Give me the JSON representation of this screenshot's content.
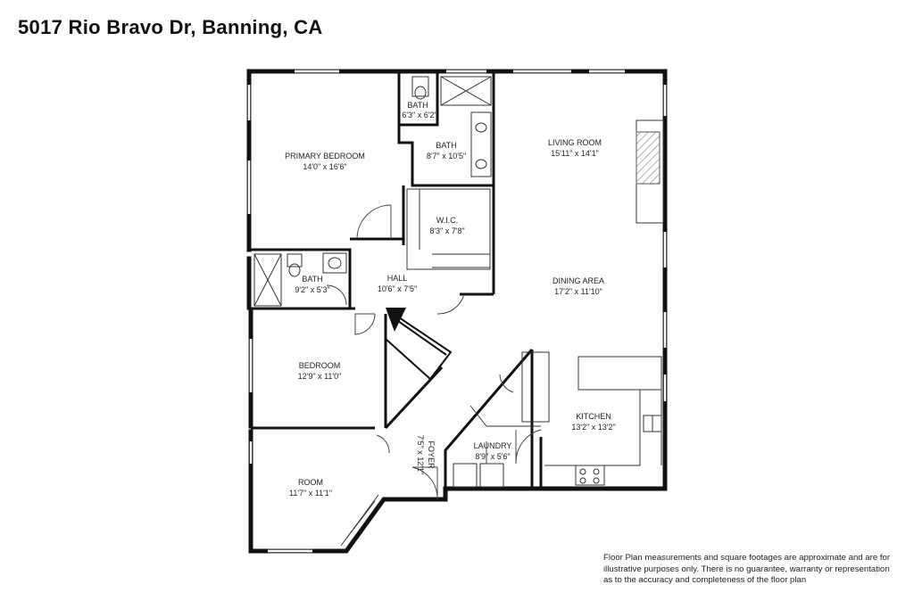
{
  "title": "5017 Rio Bravo Dr, Banning, CA",
  "rooms": {
    "primary_bedroom": {
      "name": "PRIMARY BEDROOM",
      "dims": "14'0\" x 16'6\""
    },
    "bath_small": {
      "name": "BATH",
      "dims": "6'3\" x 6'2\""
    },
    "bath_primary": {
      "name": "BATH",
      "dims": "8'7\" x 10'5\""
    },
    "living_room": {
      "name": "LIVING ROOM",
      "dims": "15'11\" x 14'1\""
    },
    "wic": {
      "name": "W.I.C.",
      "dims": "8'3\" x 7'8\""
    },
    "bath_hall": {
      "name": "BATH",
      "dims": "9'2\" x 5'3\""
    },
    "hall": {
      "name": "HALL",
      "dims": "10'6\" x 7'5\""
    },
    "dining_area": {
      "name": "DINING AREA",
      "dims": "17'2\" x 11'10\""
    },
    "bedroom": {
      "name": "BEDROOM",
      "dims": "12'9\" x 11'0\""
    },
    "kitchen": {
      "name": "KITCHEN",
      "dims": "13'2\" x 13'2\""
    },
    "laundry": {
      "name": "LAUNDRY",
      "dims": "8'9\" x 5'6\""
    },
    "foyer": {
      "name": "FOYER",
      "dims": "7'5\" x 12'1\""
    },
    "room": {
      "name": "ROOM",
      "dims": "11'7\" x 11'1\""
    }
  },
  "disclaimer": {
    "line1": "Floor Plan measurements and square footages are approximate and are for",
    "line2": "illustrative purposes only. There is no guarantee, warranty or representation",
    "line3": "as to the accuracy and completeness of the floor plan"
  },
  "colors": {
    "wall": "#111111",
    "line": "#555555",
    "fireplace_hatch": "#777777",
    "background": "#ffffff"
  }
}
